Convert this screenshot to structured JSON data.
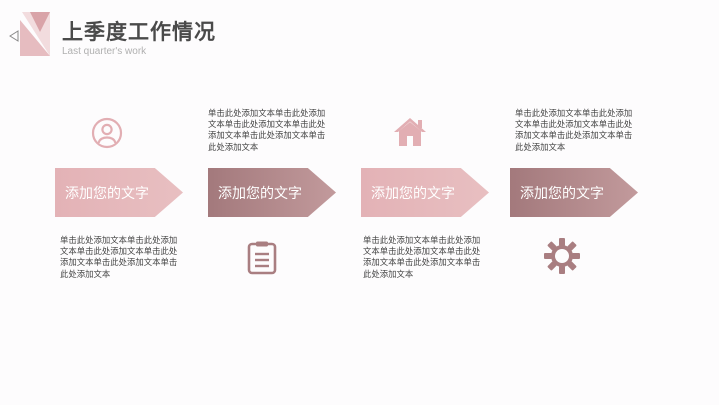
{
  "header": {
    "title": "上季度工作情况",
    "subtitle": "Last quarter's work"
  },
  "colors": {
    "accent_light": "#e3b2b6",
    "accent_dark": "#a3797c",
    "icon_light": "#e2aeb3",
    "icon_dark": "#a97e81"
  },
  "steps": [
    {
      "label": "添加您的文字",
      "icon": "user-icon",
      "text": "单击此处添加文本单击此处添加文本单击此处添加文本单击此处添加文本单击此处添加文本单击此处添加文本"
    },
    {
      "label": "添加您的文字",
      "icon": "document-icon",
      "text": "单击此处添加文本单击此处添加文本单击此处添加文本单击此处添加文本单击此处添加文本单击此处添加文本"
    },
    {
      "label": "添加您的文字",
      "icon": "home-icon",
      "text": "单击此处添加文本单击此处添加文本单击此处添加文本单击此处添加文本单击此处添加文本单击此处添加文本"
    },
    {
      "label": "添加您的文字",
      "icon": "gear-icon",
      "text": "单击此处添加文本单击此处添加文本单击此处添加文本单击此处添加文本单击此处添加文本单击此处添加文本"
    }
  ]
}
